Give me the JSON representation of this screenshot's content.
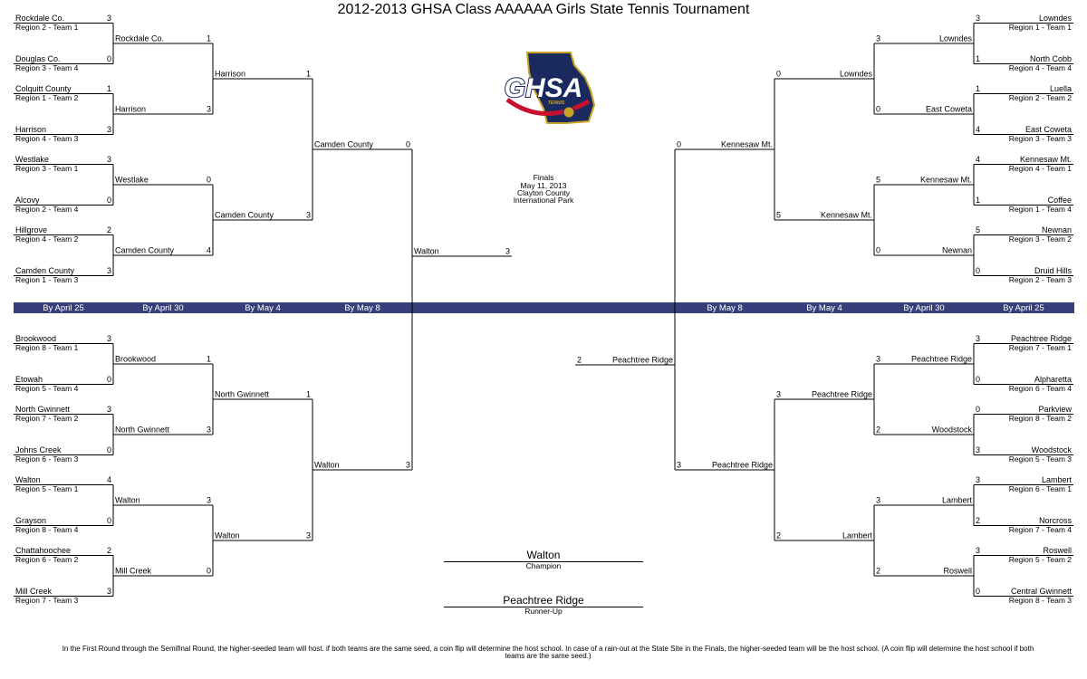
{
  "title": "2012-2013 GHSA Class AAAAAA Girls State Tennis Tournament",
  "logo": {
    "text": "GHSA",
    "subtext": "TENNIS",
    "colors": {
      "navy": "#1b2a5e",
      "gold": "#c9a227",
      "red": "#c8102e",
      "white": "#ffffff"
    }
  },
  "band": {
    "color": "#373f7a",
    "left_labels": [
      "By April 25",
      "By April 30",
      "By May 4",
      "By May 8"
    ],
    "right_labels": [
      "By May 8",
      "By May 4",
      "By April 30",
      "By April 25"
    ]
  },
  "finals_info": [
    "Finals",
    "May 11, 2013",
    "Clayton County",
    "International Park"
  ],
  "left_top": {
    "r1": [
      {
        "name": "Rockdale Co.",
        "seed": "Region 2 - Team 1",
        "score": "3"
      },
      {
        "name": "Douglas Co.",
        "seed": "Region 3 - Team 4",
        "score": "0"
      },
      {
        "name": "Colquitt County",
        "seed": "Region 1 - Team 2",
        "score": "1"
      },
      {
        "name": "Harrison",
        "seed": "Region 4 - Team 3",
        "score": "3"
      },
      {
        "name": "Westlake",
        "seed": "Region 3 - Team 1",
        "score": "3"
      },
      {
        "name": "Alcovy",
        "seed": "Region 2 - Team 4",
        "score": "0"
      },
      {
        "name": "Hillgrove",
        "seed": "Region 4 - Team 2",
        "score": "2"
      },
      {
        "name": "Camden County",
        "seed": "Region 1 - Team 3",
        "score": "3"
      }
    ],
    "r2": [
      {
        "name": "Rockdale Co.",
        "score": "1"
      },
      {
        "name": "Harrison",
        "score": "3"
      },
      {
        "name": "Westlake",
        "score": "0"
      },
      {
        "name": "Camden County",
        "score": "4"
      }
    ],
    "r3": [
      {
        "name": "Harrison",
        "score": "1"
      },
      {
        "name": "Camden County",
        "score": "3"
      }
    ],
    "r4": {
      "name": "Camden County",
      "score": "0"
    }
  },
  "left_bottom": {
    "r1": [
      {
        "name": "Brookwood",
        "seed": "Region 8 - Team 1",
        "score": "3"
      },
      {
        "name": "Etowah",
        "seed": "Region 5 - Team 4",
        "score": "0"
      },
      {
        "name": "North Gwinnett",
        "seed": "Region 7 - Team 2",
        "score": "3"
      },
      {
        "name": "Johns Creek",
        "seed": "Region 6 - Team 3",
        "score": "0"
      },
      {
        "name": "Walton",
        "seed": "Region 5 - Team 1",
        "score": "4"
      },
      {
        "name": "Grayson",
        "seed": "Region 8 - Team 4",
        "score": "0"
      },
      {
        "name": "Chattahoochee",
        "seed": "Region 6 - Team 2",
        "score": "2"
      },
      {
        "name": "Mill Creek",
        "seed": "Region 7 - Team 3",
        "score": "3"
      }
    ],
    "r2": [
      {
        "name": "Brookwood",
        "score": "1"
      },
      {
        "name": "North Gwinnett",
        "score": "3"
      },
      {
        "name": "Walton",
        "score": "3"
      },
      {
        "name": "Mill Creek",
        "score": "0"
      }
    ],
    "r3": [
      {
        "name": "North Gwinnett",
        "score": "1"
      },
      {
        "name": "Walton",
        "score": "3"
      }
    ],
    "r4": {
      "name": "Walton",
      "score": "3"
    }
  },
  "right_top": {
    "r1": [
      {
        "name": "Lowndes",
        "seed": "Region 1 - Team 1",
        "score": "3"
      },
      {
        "name": "North Cobb",
        "seed": "Region 4 - Team 4",
        "score": "1"
      },
      {
        "name": "Luella",
        "seed": "Region 2 - Team 2",
        "score": "1"
      },
      {
        "name": "East Coweta",
        "seed": "Region 3 - Team 3",
        "score": "4"
      },
      {
        "name": "Kennesaw Mt.",
        "seed": "Region 4 - Team 1",
        "score": "4"
      },
      {
        "name": "Coffee",
        "seed": "Region 1 - Team 4",
        "score": "1"
      },
      {
        "name": "Newnan",
        "seed": "Region 3 - Team 2",
        "score": "5"
      },
      {
        "name": "Druid Hills",
        "seed": "Region 2 - Team 3",
        "score": "0"
      }
    ],
    "r2": [
      {
        "name": "Lowndes",
        "score": "3"
      },
      {
        "name": "East Coweta",
        "score": "0"
      },
      {
        "name": "Kennesaw Mt.",
        "score": "5"
      },
      {
        "name": "Newnan",
        "score": "0"
      }
    ],
    "r3": [
      {
        "name": "Lowndes",
        "score": "0"
      },
      {
        "name": "Kennesaw Mt.",
        "score": "5"
      }
    ],
    "r4": {
      "name": "Kennesaw Mt.",
      "score": "0"
    }
  },
  "right_bottom": {
    "r1": [
      {
        "name": "Peachtree Ridge",
        "seed": "Region 7 - Team 1",
        "score": "3"
      },
      {
        "name": "Alpharetta",
        "seed": "Region 6 - Team 4",
        "score": "0"
      },
      {
        "name": "Parkview",
        "seed": "Region 8 - Team 2",
        "score": "0"
      },
      {
        "name": "Woodstock",
        "seed": "Region 5 - Team 3",
        "score": "3"
      },
      {
        "name": "Lambert",
        "seed": "Region 6 - Team 1",
        "score": "3"
      },
      {
        "name": "Norcross",
        "seed": "Region 7 - Team 4",
        "score": "2"
      },
      {
        "name": "Roswell",
        "seed": "Region 5 - Team 2",
        "score": "3"
      },
      {
        "name": "Central Gwinnett",
        "seed": "Region 8 - Team 3",
        "score": "0"
      }
    ],
    "r2": [
      {
        "name": "Peachtree Ridge",
        "score": "3"
      },
      {
        "name": "Woodstock",
        "score": "2"
      },
      {
        "name": "Lambert",
        "score": "3"
      },
      {
        "name": "Roswell",
        "score": "2"
      }
    ],
    "r3": [
      {
        "name": "Peachtree Ridge",
        "score": "3"
      },
      {
        "name": "Lambert",
        "score": "2"
      }
    ],
    "r4": {
      "name": "Peachtree Ridge",
      "score": "3"
    }
  },
  "finals": {
    "left": {
      "name": "Walton",
      "score": "3"
    },
    "right": {
      "name": "Peachtree Ridge",
      "score": "2"
    }
  },
  "champion": {
    "name": "Walton",
    "label": "Champion"
  },
  "runner_up": {
    "name": "Peachtree Ridge",
    "label": "Runner-Up"
  },
  "footer": [
    "In the First Round through the Semifinal Round, the higher-seeded team will host.  if both teams are the same seed, a coin flip will determine the host school.  In case of a rain-out at the State Site in the Finals, the higher-seeded team will be the host school. (A coin flip will determine the host school if both",
    "teams are the same seed.)"
  ]
}
